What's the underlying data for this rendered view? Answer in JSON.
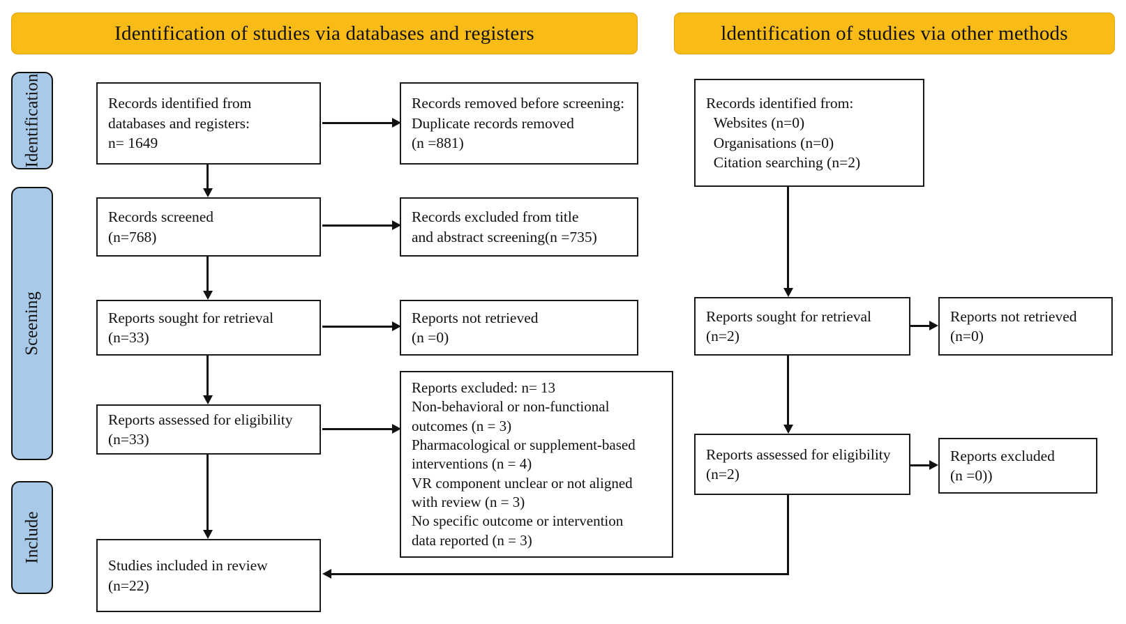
{
  "diagram": {
    "type": "prisma-flow",
    "headers": {
      "left": "Identification of studies via databases and registers",
      "right": "ldentification of studies via other methods"
    },
    "stages": {
      "identification": "Identification",
      "screening": "Sceening",
      "include": "Include"
    },
    "boxes": {
      "records_identified_db": "Records identified from\ndatabases and registers:\nn= 1649",
      "records_removed": "Records removed before screening:\nDuplicate records removed\n(n =881)",
      "records_screened": "Records screened\n(n=768)",
      "records_excluded_title": "Records excluded from title\nand abstract screening(n =735)",
      "reports_sought_db": "Reports sought for retrieval\n(n=33)",
      "reports_not_retrieved_db": "Reports not retrieved\n(n =0)",
      "reports_assessed_db": "Reports assessed for eligibility\n(n=33)",
      "reports_excluded_reasons": "Reports excluded: n= 13\nNon-behavioral or non-functional\noutcomes (n = 3)\nPharmacological or supplement-based\ninterventions (n = 4)\nVR component unclear or not aligned\nwith review (n = 3)\nNo specific outcome or intervention\ndata reported (n = 3)",
      "studies_included": "Studies included in review\n(n=22)",
      "records_identified_other": "Records identified from:\n  Websites (n=0)\n  Organisations (n=0)\n  Citation searching (n=2)",
      "reports_sought_other": "Reports sought for retrieval\n(n=2)",
      "reports_not_retrieved_other": "Reports not retrieved\n(n=0)",
      "reports_assessed_other": "Reports assessed for eligibility\n(n=2)",
      "reports_excluded_other": "Reports excluded\n(n =0))"
    },
    "colors": {
      "header_bg": "#F9BB16",
      "stage_bg": "#A9C9E9",
      "box_border": "#1a1a1a",
      "arrow": "#111111",
      "background": "#ffffff"
    }
  }
}
